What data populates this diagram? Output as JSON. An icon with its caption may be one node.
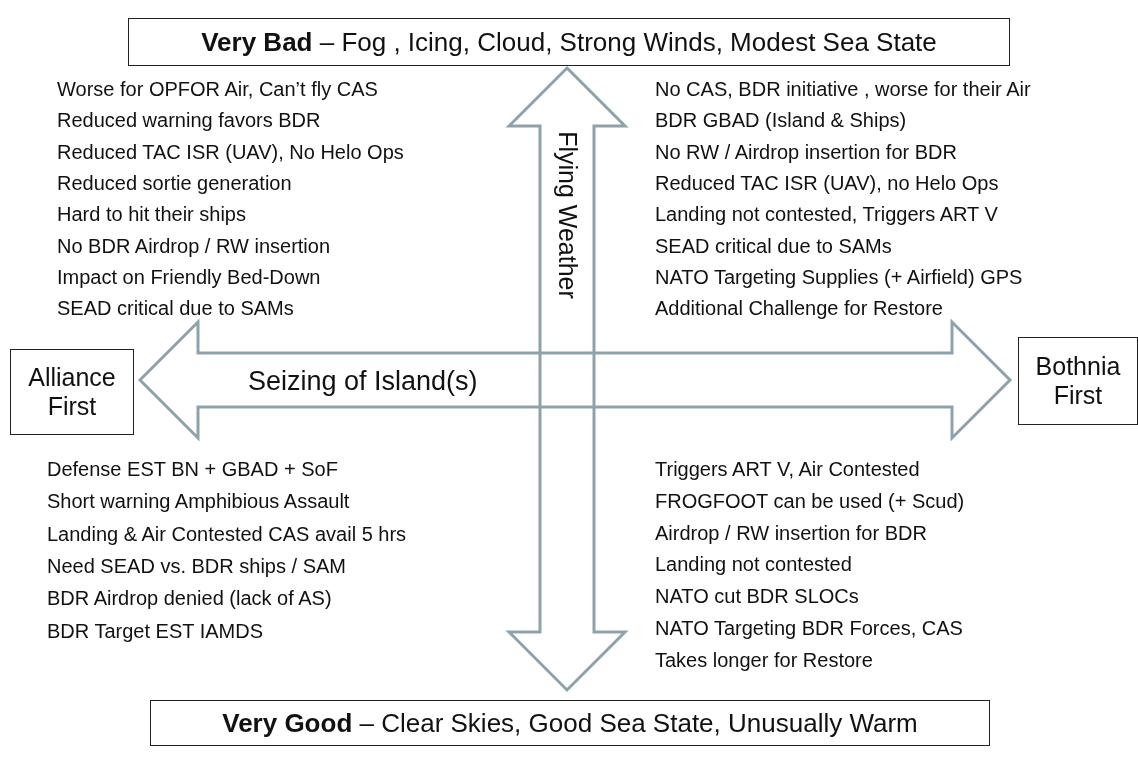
{
  "diagram": {
    "nodes": [
      {
        "text": [
          "**Very Bad** – Fog , Icing, Cloud, Strong Winds, Modest Sea State"
        ]
      },
      {
        "text": [
          "Alliance First"
        ]
      },
      {
        "text": [
          "Bothnia First"
        ]
      },
      {
        "text": [
          "**Very Good** – Clear Skies, Good Sea State, Unusually Warm"
        ]
      }
    ],
    "edges": [
      {
        "from": 0,
        "to": 3,
        "arrow": "both",
        "label": "Flying Weather"
      },
      {
        "from": 1,
        "to": 2,
        "arrow": "both",
        "label": "Seizing of Island(s)"
      }
    ],
    "labels": [
      "Worse for OPFOR Air, Can’t fly CAS",
      "Reduced warning favors BDR",
      "Reduced TAC ISR (UAV), No Helo Ops",
      "Reduced sortie generation",
      "Hard to hit their ships",
      "No BDR Airdrop / RW insertion",
      "Impact on Friendly Bed-Down",
      "SEAD critical due to SAMs",
      "No CAS, BDR initiative , worse for their Air",
      "BDR GBAD (Island & Ships)",
      "No RW / Airdrop insertion for BDR",
      "Reduced TAC ISR (UAV), no Helo Ops",
      "Landing not contested, Triggers ART V",
      "SEAD critical due to SAMs",
      "NATO Targeting Supplies (+ Airfield) GPS",
      "Additional Challenge for Restore",
      "Defense EST BN + GBAD + SoF",
      "Short warning Amphibious Assault",
      "Landing & Air Contested CAS avail 5 hrs",
      "Need SEAD vs. BDR ships / SAM",
      "BDR Airdrop denied (lack of AS)",
      "BDR Target EST IAMDS",
      "Triggers ART V, Air Contested",
      "FROGFOOT can be used (+ Scud)",
      "Airdrop / RW insertion for BDR",
      "Landing not contested",
      "NATO cut BDR SLOCs",
      "NATO Targeting BDR Forces, CAS",
      "Takes longer for Restore"
    ]
  }
}
